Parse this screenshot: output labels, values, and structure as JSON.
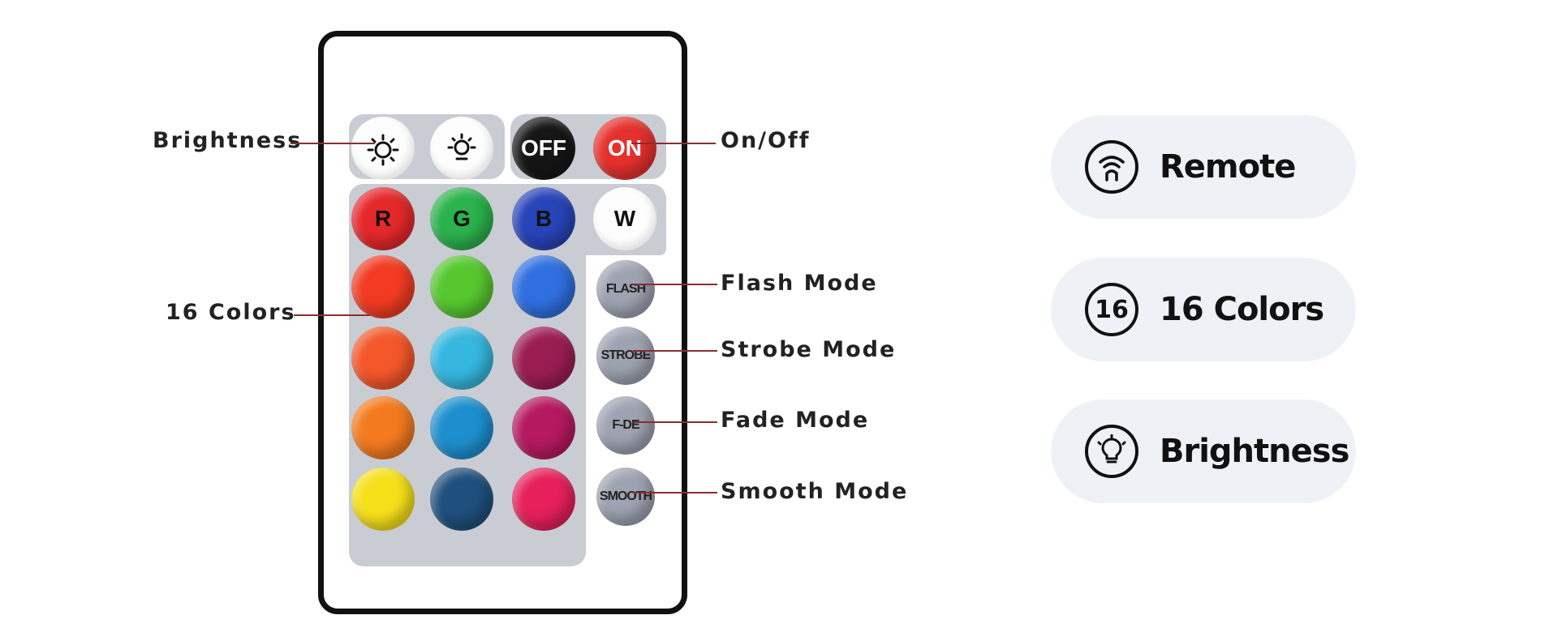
{
  "remote": {
    "top_row": {
      "brightness_up_icon": "sun-up-icon",
      "brightness_down_icon": "sun-down-icon",
      "off_label": "OFF",
      "on_label": "ON"
    },
    "color_row": {
      "r_label": "R",
      "g_label": "G",
      "b_label": "B",
      "w_label": "W",
      "colors": {
        "r": "#e5282a",
        "g": "#2bb24c",
        "b": "#2744b8",
        "w": "#fdfdfd"
      }
    },
    "color_grid": [
      "#f23b22",
      "#56c72f",
      "#2f6fe0",
      "#f4572a",
      "#35b7df",
      "#9a1d52",
      "#f47a1f",
      "#1d8fce",
      "#b5195f",
      "#f6e01a",
      "#1f4f7c",
      "#e6205a"
    ],
    "modes": {
      "flash_label": "FLASH",
      "strobe_label": "STROBE",
      "fade_label": "F-DE",
      "smooth_label": "SMOOTH"
    }
  },
  "callouts": {
    "brightness": "Brightness",
    "on_off": "On/Off",
    "colors16": "16 Colors",
    "flash": "Flash Mode",
    "strobe": "Strobe Mode",
    "fade": "Fade Mode",
    "smooth": "Smooth Mode"
  },
  "features": {
    "remote": {
      "icon": "remote-signal-icon",
      "label": "Remote"
    },
    "colors": {
      "icon_text": "16",
      "label": "16 Colors"
    },
    "brightness": {
      "icon": "lightbulb-icon",
      "label": "Brightness"
    }
  }
}
